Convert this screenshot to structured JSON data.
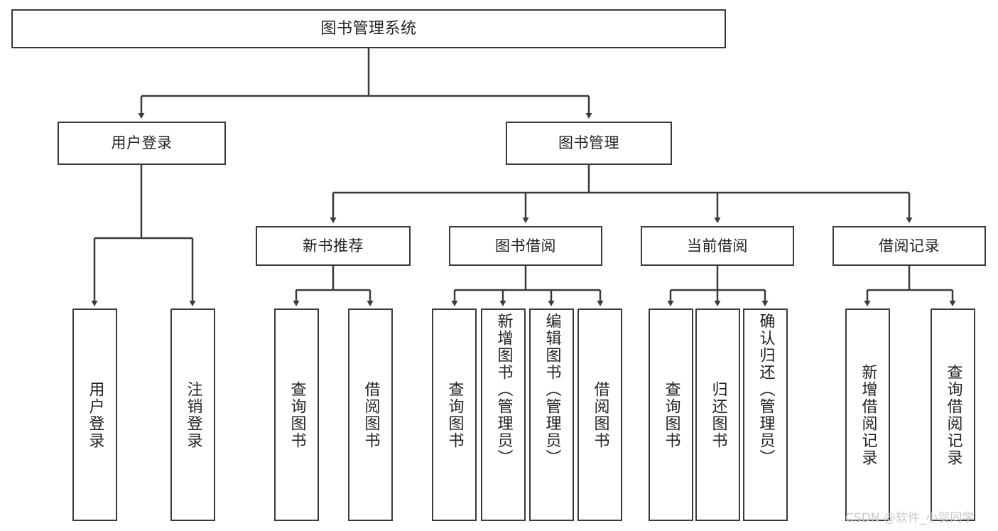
{
  "diagram": {
    "title": "图书管理系统",
    "type": "tree-hierarchy",
    "root": {
      "label": "图书管理系统"
    },
    "level2": [
      {
        "label": "用户登录"
      },
      {
        "label": "图书管理"
      }
    ],
    "level3": [
      {
        "label": "新书推荐"
      },
      {
        "label": "图书借阅"
      },
      {
        "label": "当前借阅"
      },
      {
        "label": "借阅记录"
      }
    ],
    "leaves": {
      "user_login": [
        {
          "label": "用户登录"
        },
        {
          "label": "注销登录"
        }
      ],
      "new_book_recommend": [
        {
          "label": "查询图书"
        },
        {
          "label": "借阅图书"
        }
      ],
      "book_borrow": [
        {
          "label": "查询图书"
        },
        {
          "label": "新增图书（管理员）"
        },
        {
          "label": "编辑图书（管理员）"
        },
        {
          "label": "借阅图书"
        }
      ],
      "current_borrow": [
        {
          "label": "查询图书"
        },
        {
          "label": "归还图书"
        },
        {
          "label": "确认归还（管理员）"
        }
      ],
      "borrow_record": [
        {
          "label": "新增借阅记录"
        },
        {
          "label": "查询借阅记录"
        }
      ]
    }
  },
  "watermark": {
    "text": "CSDN @软件_小贺同学"
  },
  "colors": {
    "stroke": "#3a3a3a",
    "box_fill": "#ffffff",
    "text": "#222222",
    "watermark": "#c9c9c9"
  }
}
